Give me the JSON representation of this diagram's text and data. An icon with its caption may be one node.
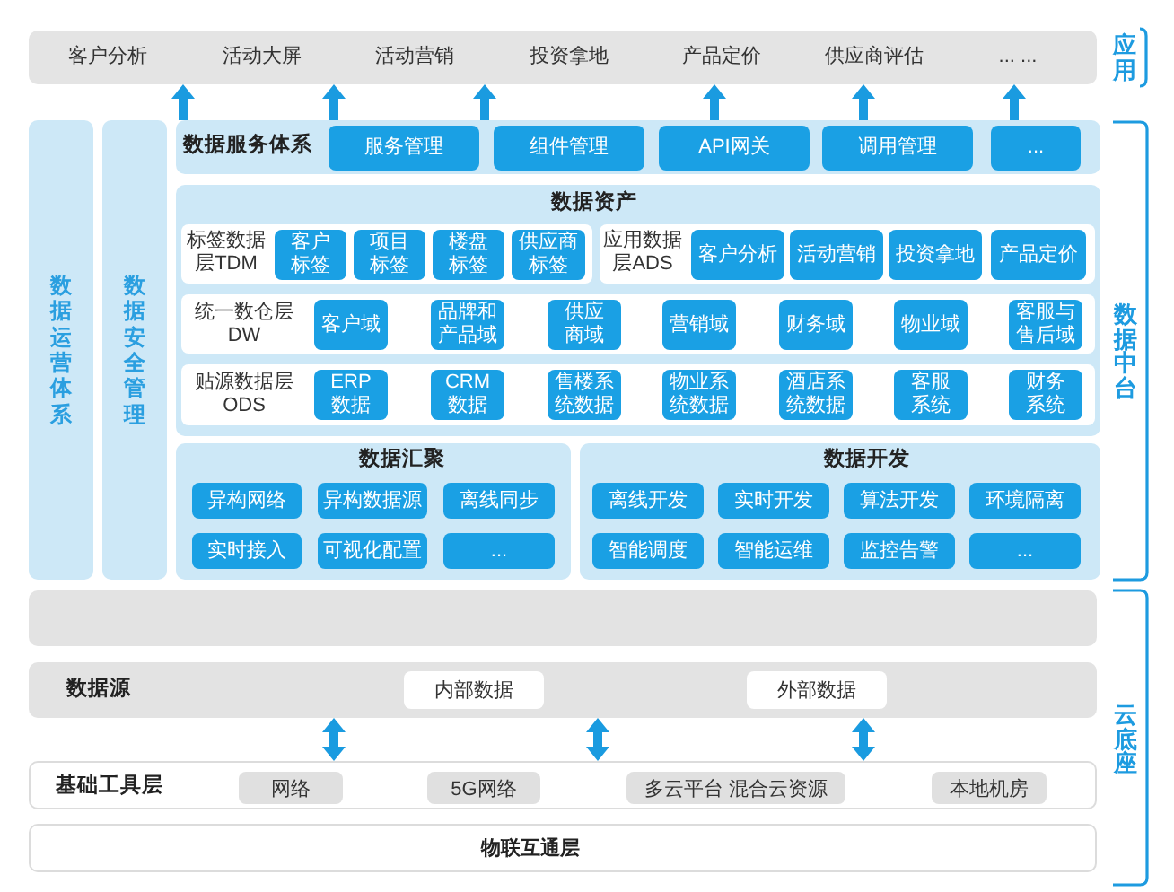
{
  "diagram": {
    "nodes": [
      {
        "text": [
          "客户分析",
          "活动大屏",
          "活动营销",
          "投资拿地",
          "产品定价",
          "供应商评估",
          "... ..."
        ]
      },
      {
        "text": [
          "数据运营体系"
        ]
      },
      {
        "text": [
          "数据安全管理"
        ]
      },
      {
        "text": [
          "数据服务体系"
        ]
      },
      {
        "text": [
          "服务管理"
        ],
        "in": 3
      },
      {
        "text": [
          "组件管理"
        ],
        "in": 3
      },
      {
        "text": [
          "API网关"
        ],
        "in": 3
      },
      {
        "text": [
          "调用管理"
        ],
        "in": 3
      },
      {
        "text": [
          "..."
        ],
        "in": 3
      },
      {
        "text": [
          "数据资产"
        ]
      },
      {
        "text": [
          "标签数据层TDM"
        ],
        "in": 9
      },
      {
        "text": [
          "客户标签"
        ],
        "in": 10
      },
      {
        "text": [
          "项目标签"
        ],
        "in": 10
      },
      {
        "text": [
          "楼盘标签"
        ],
        "in": 10
      },
      {
        "text": [
          "供应商标签"
        ],
        "in": 10
      },
      {
        "text": [
          "应用数据层ADS"
        ],
        "in": 9
      },
      {
        "text": [
          "客户分析"
        ],
        "in": 15
      },
      {
        "text": [
          "活动营销"
        ],
        "in": 15
      },
      {
        "text": [
          "投资拿地"
        ],
        "in": 15
      },
      {
        "text": [
          "产品定价"
        ],
        "in": 15
      },
      {
        "text": [
          "统一数仓层DW"
        ],
        "in": 9
      },
      {
        "text": [
          "客户域"
        ],
        "in": 20
      },
      {
        "text": [
          "品牌和产品域"
        ],
        "in": 20
      },
      {
        "text": [
          "供应商域"
        ],
        "in": 20
      },
      {
        "text": [
          "营销域"
        ],
        "in": 20
      },
      {
        "text": [
          "财务域"
        ],
        "in": 20
      },
      {
        "text": [
          "物业域"
        ],
        "in": 20
      },
      {
        "text": [
          "客服与售后域"
        ],
        "in": 20
      },
      {
        "text": [
          "贴源数据层ODS"
        ],
        "in": 9
      },
      {
        "text": [
          "ERP数据"
        ],
        "in": 28
      },
      {
        "text": [
          "CRM数据"
        ],
        "in": 28
      },
      {
        "text": [
          "售楼系统数据"
        ],
        "in": 28
      },
      {
        "text": [
          "物业系统数据"
        ],
        "in": 28
      },
      {
        "text": [
          "酒店系统数据"
        ],
        "in": 28
      },
      {
        "text": [
          "客服系统"
        ],
        "in": 28
      },
      {
        "text": [
          "财务系统"
        ],
        "in": 28
      },
      {
        "text": [
          "数据汇聚"
        ]
      },
      {
        "text": [
          "异构网络"
        ],
        "in": 36
      },
      {
        "text": [
          "异构数据源"
        ],
        "in": 36
      },
      {
        "text": [
          "离线同步"
        ],
        "in": 36
      },
      {
        "text": [
          "实时接入"
        ],
        "in": 36
      },
      {
        "text": [
          "可视化配置"
        ],
        "in": 36
      },
      {
        "text": [
          "..."
        ],
        "in": 36
      },
      {
        "text": [
          "数据开发"
        ]
      },
      {
        "text": [
          "离线开发"
        ],
        "in": 43
      },
      {
        "text": [
          "实时开发"
        ],
        "in": 43
      },
      {
        "text": [
          "算法开发"
        ],
        "in": 43
      },
      {
        "text": [
          "环境隔离"
        ],
        "in": 43
      },
      {
        "text": [
          "智能调度"
        ],
        "in": 43
      },
      {
        "text": [
          "智能运维"
        ],
        "in": 43
      },
      {
        "text": [
          "监控告警"
        ],
        "in": 43
      },
      {
        "text": [
          "..."
        ],
        "in": 43
      },
      {
        "text": [],
        "shape": "box"
      },
      {
        "text": [
          "数据源"
        ]
      },
      {
        "text": [
          "内部数据"
        ],
        "in": 53
      },
      {
        "text": [
          "外部数据"
        ],
        "in": 53
      },
      {
        "text": [
          "基础工具层"
        ]
      },
      {
        "text": [
          "网络"
        ],
        "in": 56
      },
      {
        "text": [
          "5G网络"
        ],
        "in": 56
      },
      {
        "text": [
          "多云平台 混合云资源"
        ],
        "in": 56
      },
      {
        "text": [
          "本地机房"
        ],
        "in": 56
      },
      {
        "text": [
          "物联互通层"
        ]
      }
    ],
    "edges": [
      {
        "from": 3,
        "to": 0,
        "arrow": "to"
      },
      {
        "from": 3,
        "to": 0,
        "arrow": "to"
      },
      {
        "from": 3,
        "to": 0,
        "arrow": "to"
      },
      {
        "from": 3,
        "to": 0,
        "arrow": "to"
      },
      {
        "from": 3,
        "to": 0,
        "arrow": "to"
      },
      {
        "from": 3,
        "to": 0,
        "arrow": "to"
      },
      {
        "from": 53,
        "to": 56,
        "arrow": "both"
      },
      {
        "from": 53,
        "to": 56,
        "arrow": "both"
      },
      {
        "from": 53,
        "to": 56,
        "arrow": "both"
      }
    ],
    "labels": [
      "应用",
      "数据中台",
      "云底座"
    ]
  }
}
